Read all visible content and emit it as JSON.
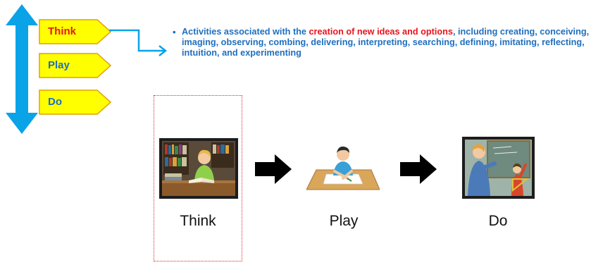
{
  "stages": [
    {
      "label": "Think",
      "color": "#e8141c"
    },
    {
      "label": "Play",
      "color": "#1f6fbf"
    },
    {
      "label": "Do",
      "color": "#1f6fbf"
    }
  ],
  "description": {
    "bullet": "•",
    "text_before": "Activities associated with the ",
    "highlight": "creation of new ideas and options",
    "text_after": ", including creating, conceiving, imaging, observing, combing, delivering, interpreting, searching, defining, imitating, reflecting, intuition, and experimenting"
  },
  "flow": {
    "steps": [
      {
        "label": "Think",
        "picture": "student-reading-clipart"
      },
      {
        "label": "Play",
        "picture": "child-drawing-clipart"
      },
      {
        "label": "Do",
        "picture": "teacher-at-board-clipart"
      }
    ]
  },
  "colors": {
    "arrow_blue": "#0aa3e8",
    "pill_fill": "#ffff00",
    "pill_border": "#e0a000",
    "text_blue": "#1f6fbf",
    "highlight_red": "#e8141c",
    "box_border": "#d82a2a"
  }
}
